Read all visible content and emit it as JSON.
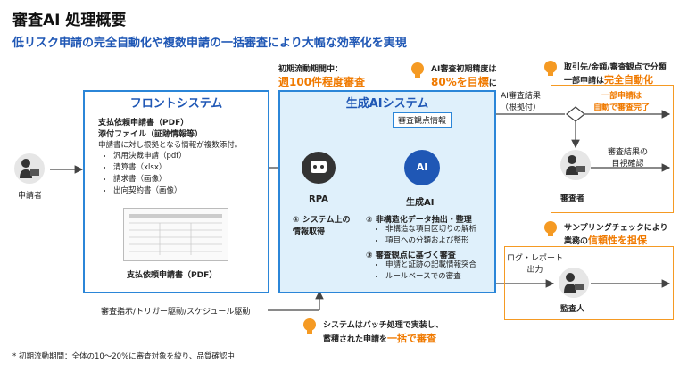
{
  "title": "審査AI 処理概要",
  "subtitle": "低リスク申請の完全自動化や複数申請の一括審査により大幅な効率化を実現",
  "applicant": {
    "label": "申請者"
  },
  "initial_period": {
    "line1": "初期流動期間中：",
    "line2": "週100件程度審査"
  },
  "ai_accuracy": {
    "line1": "AI審査初期精度は",
    "line2_highlight": "80%を目標",
    "line2_suffix": "に"
  },
  "auto_note": {
    "line1": "取引先/金額/審査観点で分類",
    "line2_prefix": "一部申請は",
    "line2_highlight": "完全自動化"
  },
  "front_system": {
    "title": "フロントシステム",
    "doc_title": "支払依頼申請書（PDF）",
    "attach_title": "添付ファイル（証跡情報等）",
    "desc": "申請書に対し根拠となる情報が複数添付。",
    "items": [
      "汎用決裁申請（pdf）",
      "清算書（xlsx）",
      "請求書（画像）",
      "出向契約書（画像）"
    ],
    "doc_caption": "支払依頼申請書（PDF）"
  },
  "gen_system": {
    "title": "生成AIシステム",
    "review_points_tag": "審査観点情報",
    "rpa_label": "RPA",
    "ai_label": "生成AI",
    "ai_icon_text": "AI",
    "step1": "① システム上の情報取得",
    "step2_title": "② 非構造化データ抽出・整理",
    "step2_items": [
      "非構造な項目区切りの解析",
      "項目への分類および整形"
    ],
    "step3_title": "③ 審査観点に基づく審査",
    "step3_items": [
      "申請と証跡の記載情報突合",
      "ルールベースでの審査"
    ]
  },
  "ai_result": {
    "line1": "AI審査結果",
    "line2": "（根拠付）"
  },
  "auto_complete": {
    "line1": "一部申請は",
    "line2": "自動で審査完了"
  },
  "visual_check": {
    "line1": "審査結果の",
    "line2": "目視確認"
  },
  "reviewer": {
    "label": "審査者"
  },
  "sampling": {
    "line1": "サンプリングチェックにより",
    "line2_prefix": "業務の",
    "line2_highlight": "信頼性を担保"
  },
  "log_output": {
    "line1": "ログ・レポート",
    "line2": "出力"
  },
  "auditor": {
    "label": "監査人"
  },
  "trigger": {
    "label": "審査指示/トリガー駆動/スケジュール駆動"
  },
  "batch": {
    "line1": "システムはバッチ処理で実装し、",
    "line2_prefix": "蓄積された申請を",
    "line2_highlight": "一括で審査"
  },
  "footnote": "* 初期流動期間：全体の10～20%に審査対象を絞り、品質確認中"
}
